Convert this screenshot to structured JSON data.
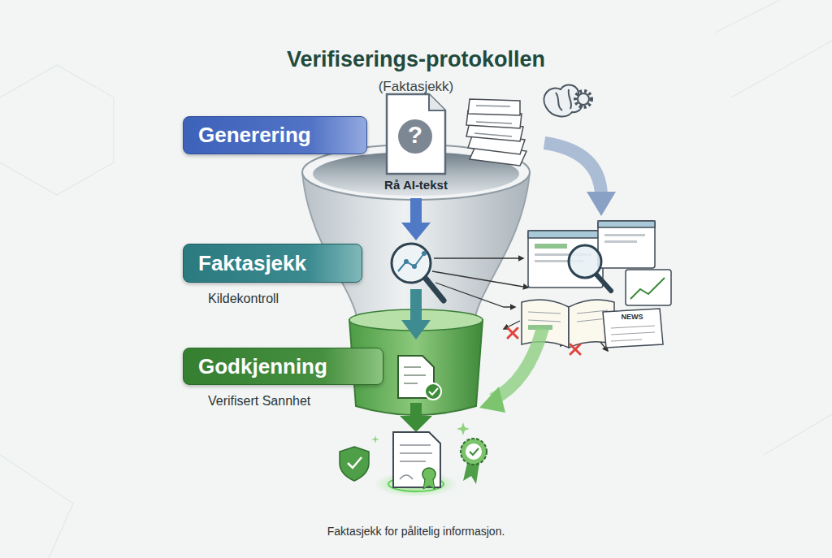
{
  "diagram": {
    "title": "Verifiserings-protokollen",
    "caption": "Faktasjekk for pålitelig informasjon.",
    "nodes": [
      {
        "text": [
          "Generering"
        ]
      },
      {
        "text": [
          "Faktasjekk",
          "Kildekontroll"
        ]
      },
      {
        "text": [
          "Godkjenning",
          "Verifisert Sannhet"
        ]
      }
    ],
    "labels": [
      "(Faktasjekk)",
      "?",
      "Rå AI-tekst",
      "NEWS"
    ]
  }
}
